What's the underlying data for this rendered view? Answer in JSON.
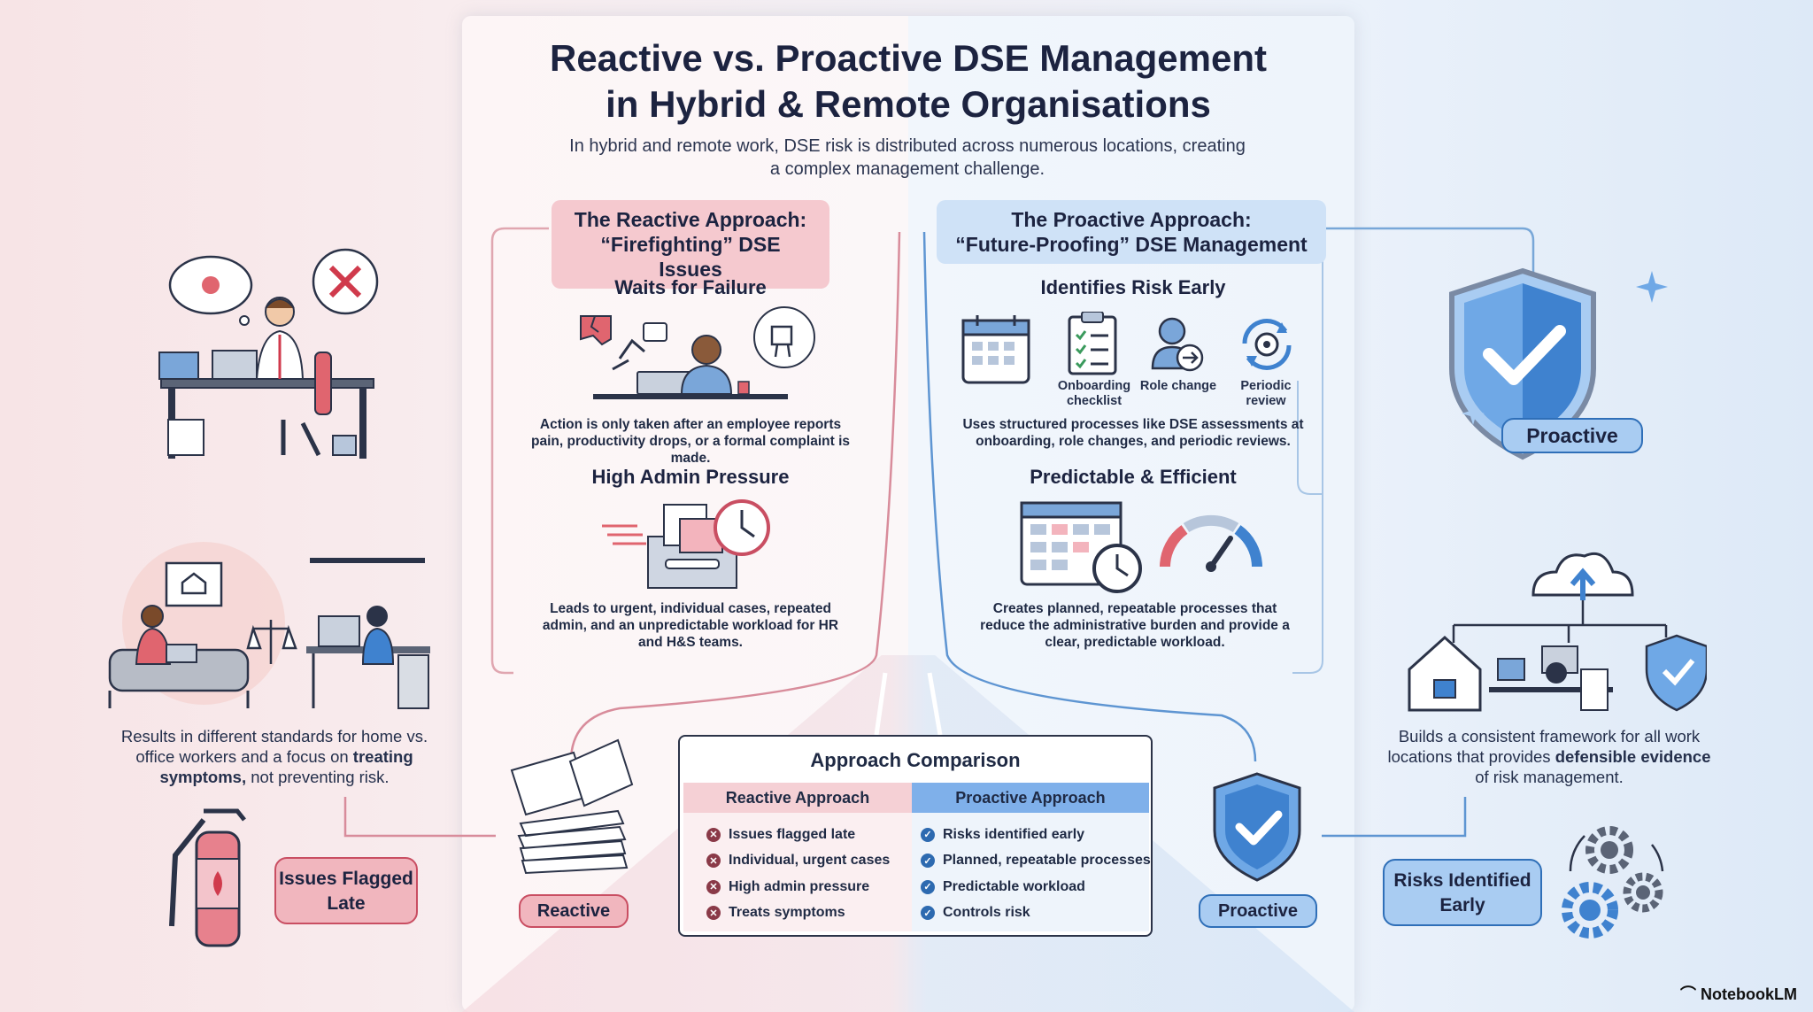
{
  "title_line1": "Reactive vs. Proactive DSE Management",
  "title_line2": "in Hybrid & Remote Organisations",
  "subtitle": "In hybrid and remote work, DSE risk is distributed across numerous locations, creating a complex management challenge.",
  "reactive": {
    "heading_line1": "The Reactive Approach:",
    "heading_line2": "“Firefighting” DSE Issues",
    "point1_title": "Waits for Failure",
    "point1_text": "Action is only taken after an employee reports pain, productivity drops, or a formal complaint is made.",
    "point2_title": "High Admin Pressure",
    "point2_text": "Leads to urgent, individual cases, repeated admin, and an unpredictable workload for HR and H&S teams.",
    "side_text_a": "Results in different standards for home vs. office workers and a focus on ",
    "side_text_b": "treating symptoms, ",
    "side_text_c": "not preventing risk.",
    "badge_issues": "Issues Flagged Late",
    "badge_reactive": "Reactive"
  },
  "proactive": {
    "heading_line1": "The Proactive Approach:",
    "heading_line2": "“Future-Proofing” DSE Management",
    "point1_title": "Identifies Risk Early",
    "icon_onboarding": "Onboarding checklist",
    "icon_role": "Role change",
    "icon_periodic": "Periodic review",
    "point1_text": "Uses structured processes like DSE assessments at onboarding, role changes, and periodic reviews.",
    "point2_title": "Predictable & Efficient",
    "point2_text": "Creates planned, repeatable processes that reduce the administrative burden and provide a clear, predictable workload.",
    "side_text_a": "Builds a consistent framework for all work locations that provides ",
    "side_text_b": "defensible evidence ",
    "side_text_c": "of risk management.",
    "badge_shield": "Proactive",
    "badge_proactive": "Proactive",
    "badge_risks": "Risks Identified Early"
  },
  "comparison": {
    "title": "Approach Comparison",
    "col_reactive": "Reactive Approach",
    "col_proactive": "Proactive Approach",
    "reactive_items": [
      "Issues flagged late",
      "Individual, urgent cases",
      "High admin pressure",
      "Treats symptoms"
    ],
    "proactive_items": [
      "Risks identified early",
      "Planned, repeatable processes",
      "Predictable workload",
      "Controls risk"
    ]
  },
  "brand": "NotebookLM",
  "colors": {
    "reactive_accent": "#c94e62",
    "proactive_accent": "#2f6fb8",
    "reactive_fill": "#f5c9cf",
    "proactive_fill": "#cfe2f7"
  }
}
